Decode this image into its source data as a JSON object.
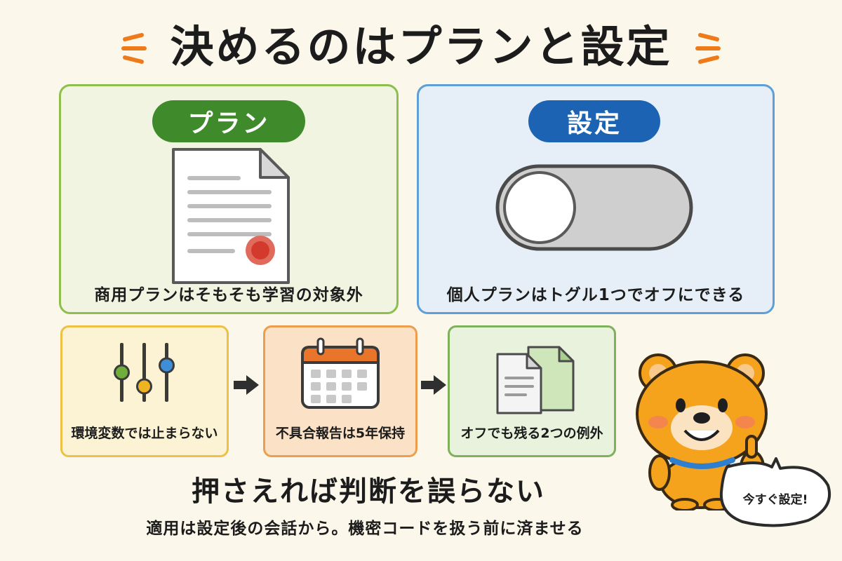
{
  "header": {
    "title": "決めるのはプランと設定",
    "spark_color": "#ee7a1a"
  },
  "panels": {
    "plan": {
      "label": "プラン",
      "caption": "商用プランはそもそも学習の対象外",
      "icon": "document-with-seal-icon",
      "color": "#3f8a2b"
    },
    "settings": {
      "label": "設定",
      "caption": "個人プランはトグル1つでオフにできる",
      "icon": "toggle-switch-icon",
      "color": "#1c64b3"
    }
  },
  "steps": [
    {
      "caption": "環境変数では止まらない",
      "icon": "sliders-icon"
    },
    {
      "caption": "不具合報告は5年保持",
      "icon": "calendar-icon"
    },
    {
      "caption": "オフでも残る2つの例外",
      "icon": "two-documents-icon"
    }
  ],
  "conclusion": "押さえれば判断を誤らない",
  "note": "適用は設定後の会話から。機密コードを扱う前に済ませる",
  "mascot": {
    "bubble": "今すぐ設定!",
    "icon": "bear-mascot-icon"
  }
}
